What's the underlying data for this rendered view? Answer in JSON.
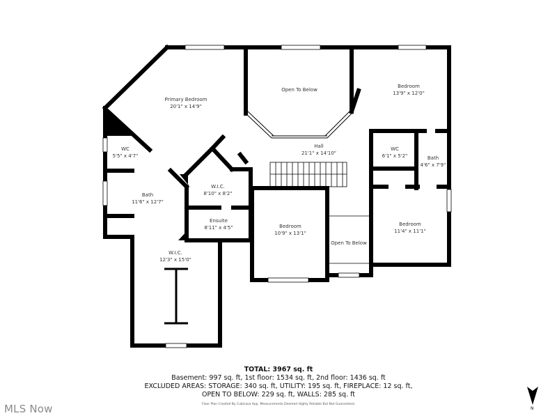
{
  "floor_plan": {
    "rooms": [
      {
        "id": "primary-bedroom",
        "name": "Primary Bedroom",
        "dims": "20'1\" x 14'9\""
      },
      {
        "id": "open-to-below-1",
        "name": "Open To Below",
        "dims": ""
      },
      {
        "id": "bedroom-ne",
        "name": "Bedroom",
        "dims": "13'9\" x 12'0\""
      },
      {
        "id": "wc-west",
        "name": "WC",
        "dims": "5'5\" x 4'7\""
      },
      {
        "id": "hall",
        "name": "Hall",
        "dims": "21'1\" x 14'10\""
      },
      {
        "id": "wc-east",
        "name": "WC",
        "dims": "6'1\" x 5'2\""
      },
      {
        "id": "bath-east",
        "name": "Bath",
        "dims": "4'6\" x 7'9\""
      },
      {
        "id": "wic-center",
        "name": "W.I.C.",
        "dims": "8'10\" x 8'2\""
      },
      {
        "id": "bath-west",
        "name": "Bath",
        "dims": "11'6\" x 12'7\""
      },
      {
        "id": "ensuite",
        "name": "Ensuite",
        "dims": "8'11\" x 4'5\""
      },
      {
        "id": "bedroom-center",
        "name": "Bedroom",
        "dims": "10'9\" x 13'1\""
      },
      {
        "id": "open-to-below-2",
        "name": "Open To Below",
        "dims": ""
      },
      {
        "id": "bedroom-se",
        "name": "Bedroom",
        "dims": "11'4\" x 11'1\""
      },
      {
        "id": "wic-south",
        "name": "W.I.C.",
        "dims": "12'3\" x 15'0\""
      }
    ]
  },
  "summary": {
    "total": "TOTAL: 3967 sq. ft",
    "floors": "Basement: 997 sq. ft, 1st floor: 1534 sq. ft, 2nd floor: 1436 sq. ft",
    "excluded": "EXCLUDED AREAS: STORAGE: 340 sq. ft, UTILITY: 195 sq. ft, FIREPLACE: 12 sq. ft,",
    "excluded_2": "OPEN TO BELOW: 229 sq. ft, WALLS: 285 sq. ft",
    "credit": "Floor Plan Created By Cubicasa App. Measurements Deemed Highly Reliable But Not Guaranteed."
  },
  "brand": "MLS Now",
  "compass": {
    "label": "N",
    "icon": "north-arrow-icon"
  },
  "colors": {
    "wall": "#000000",
    "window": "#ffffff",
    "background": "#ffffff",
    "text": "#333333",
    "brand": "#8a8a8a"
  }
}
